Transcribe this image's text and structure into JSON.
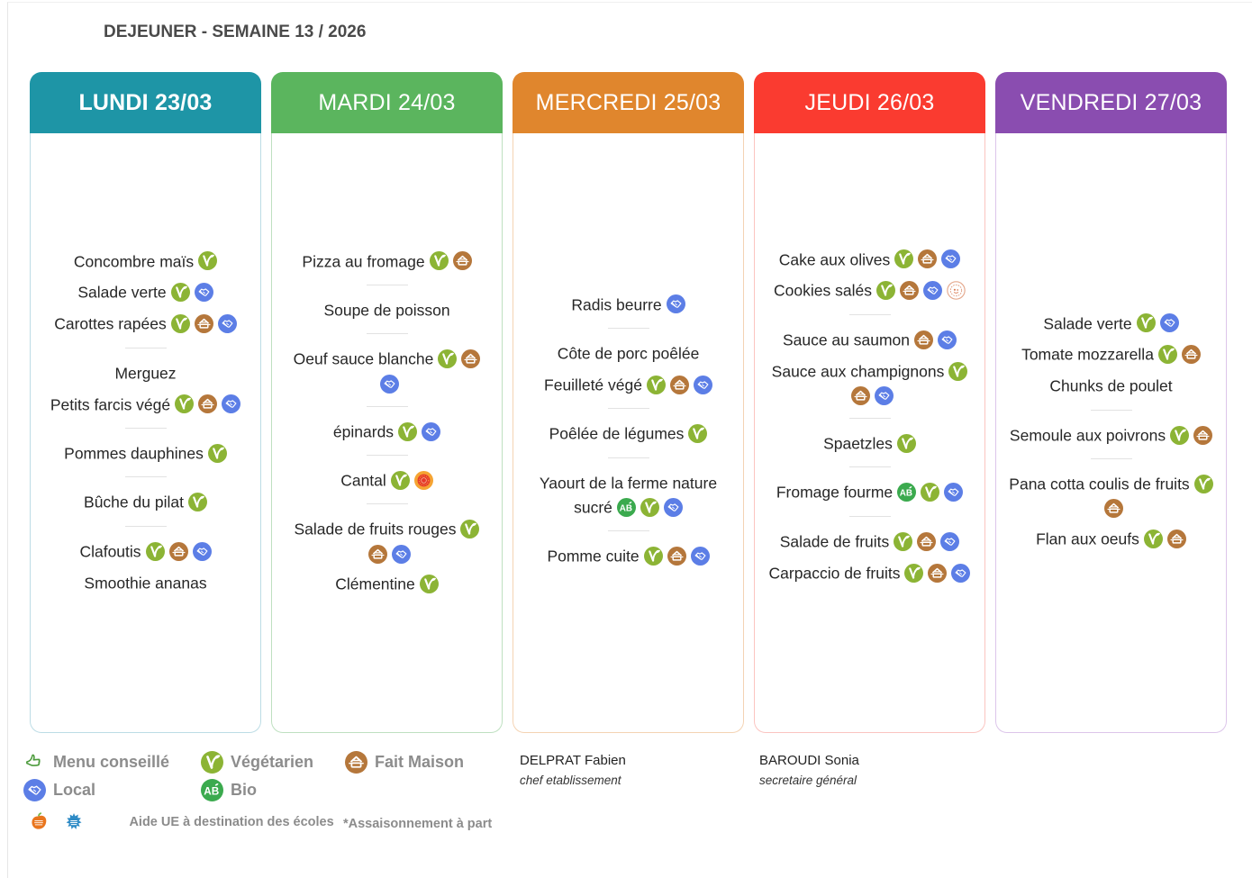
{
  "title": "DEJEUNER - SEMAINE 13 / 2026",
  "colors": {
    "lundi": "#1E95A6",
    "mardi": "#5BB55E",
    "mercredi": "#E0862D",
    "jeudi": "#FA3B30",
    "vendredi": "#8A4DB0",
    "vegetarian_icon": "#8CB435",
    "fait_maison_icon": "#B5773B",
    "local_icon": "#5C7EE6",
    "bio_icon": "#3BAA4E",
    "aop_icon": "#E6372C"
  },
  "days": [
    {
      "id": "lundi",
      "label": "LUNDI 23/03",
      "header_color": "#1E95A6",
      "border_color": "#BCDCE5",
      "bold": true,
      "groups": [
        {
          "items": [
            {
              "name": "Concombre maïs",
              "icons": [
                "vegetarian"
              ]
            },
            {
              "name": "Salade verte",
              "icons": [
                "vegetarian",
                "local"
              ]
            },
            {
              "name": "Carottes rapées",
              "icons": [
                "vegetarian",
                "fait-maison",
                "local"
              ]
            }
          ]
        },
        {
          "items": [
            {
              "name": "Merguez",
              "icons": []
            },
            {
              "name": "Petits farcis végé",
              "icons": [
                "vegetarian",
                "fait-maison",
                "local"
              ]
            }
          ]
        },
        {
          "items": [
            {
              "name": "Pommes dauphines",
              "icons": [
                "vegetarian"
              ]
            }
          ]
        },
        {
          "items": [
            {
              "name": "Bûche du pilat",
              "icons": [
                "vegetarian"
              ]
            }
          ]
        },
        {
          "items": [
            {
              "name": "Clafoutis",
              "icons": [
                "vegetarian",
                "fait-maison",
                "local"
              ]
            },
            {
              "name": "Smoothie ananas",
              "icons": []
            }
          ]
        }
      ]
    },
    {
      "id": "mardi",
      "label": "MARDI 24/03",
      "header_color": "#5BB55E",
      "border_color": "#BEE0C0",
      "bold": false,
      "groups": [
        {
          "items": [
            {
              "name": "Pizza au fromage",
              "icons": [
                "vegetarian",
                "fait-maison"
              ]
            }
          ]
        },
        {
          "items": [
            {
              "name": "Soupe de poisson",
              "icons": []
            }
          ]
        },
        {
          "items": [
            {
              "name": "Oeuf sauce blanche",
              "icons": [
                "vegetarian",
                "fait-maison",
                "local"
              ]
            }
          ]
        },
        {
          "items": [
            {
              "name": "épinards",
              "icons": [
                "vegetarian",
                "local"
              ]
            }
          ]
        },
        {
          "items": [
            {
              "name": "Cantal",
              "icons": [
                "vegetarian",
                "aop"
              ]
            }
          ]
        },
        {
          "items": [
            {
              "name": "Salade de fruits rouges",
              "icons": [
                "vegetarian",
                "fait-maison",
                "local"
              ]
            },
            {
              "name": "Clémentine",
              "icons": [
                "vegetarian"
              ]
            }
          ]
        }
      ]
    },
    {
      "id": "mercredi",
      "label": "MERCREDI 25/03",
      "header_color": "#E0862D",
      "border_color": "#F4D3B3",
      "bold": false,
      "groups": [
        {
          "items": [
            {
              "name": "Radis beurre",
              "icons": [
                "local"
              ]
            }
          ]
        },
        {
          "items": [
            {
              "name": "Côte de porc poêlée",
              "icons": []
            },
            {
              "name": "Feuilleté végé",
              "icons": [
                "vegetarian",
                "fait-maison",
                "local"
              ]
            }
          ]
        },
        {
          "items": [
            {
              "name": "Poêlée de légumes",
              "icons": [
                "vegetarian"
              ]
            }
          ]
        },
        {
          "items": [
            {
              "name": "Yaourt de la ferme nature sucré",
              "icons": [
                "bio",
                "vegetarian",
                "local"
              ]
            }
          ]
        },
        {
          "items": [
            {
              "name": "Pomme cuite",
              "icons": [
                "vegetarian",
                "fait-maison",
                "local"
              ]
            }
          ]
        }
      ]
    },
    {
      "id": "jeudi",
      "label": "JEUDI 26/03",
      "header_color": "#FA3B30",
      "border_color": "#FBC4C0",
      "bold": false,
      "groups": [
        {
          "items": [
            {
              "name": "Cake aux olives",
              "icons": [
                "vegetarian",
                "fait-maison",
                "local"
              ]
            },
            {
              "name": "Cookies salés",
              "icons": [
                "vegetarian",
                "fait-maison",
                "local",
                "quality-stamp"
              ]
            }
          ]
        },
        {
          "items": [
            {
              "name": "Sauce au saumon",
              "icons": [
                "fait-maison",
                "local"
              ]
            },
            {
              "name": "Sauce aux champignons",
              "icons": [
                "vegetarian",
                "fait-maison",
                "local"
              ]
            }
          ]
        },
        {
          "items": [
            {
              "name": "Spaetzles",
              "icons": [
                "vegetarian"
              ]
            }
          ]
        },
        {
          "items": [
            {
              "name": "Fromage fourme",
              "icons": [
                "bio",
                "vegetarian",
                "local"
              ]
            }
          ]
        },
        {
          "items": [
            {
              "name": "Salade de fruits",
              "icons": [
                "vegetarian",
                "fait-maison",
                "local"
              ]
            },
            {
              "name": "Carpaccio de fruits",
              "icons": [
                "vegetarian",
                "fait-maison",
                "local"
              ]
            }
          ]
        }
      ]
    },
    {
      "id": "vendredi",
      "label": "VENDREDI 27/03",
      "header_color": "#8A4DB0",
      "border_color": "#DCC5EA",
      "bold": false,
      "groups": [
        {
          "items": [
            {
              "name": "Salade verte",
              "icons": [
                "vegetarian",
                "local"
              ]
            },
            {
              "name": "Tomate mozzarella",
              "icons": [
                "vegetarian",
                "fait-maison"
              ]
            },
            {
              "name": "Chunks de poulet",
              "icons": []
            }
          ]
        },
        {
          "items": [
            {
              "name": "Semoule aux poivrons",
              "icons": [
                "vegetarian",
                "fait-maison"
              ]
            }
          ]
        },
        {
          "items": [
            {
              "name": "Pana cotta coulis de fruits",
              "icons": [
                "vegetarian",
                "fait-maison"
              ]
            },
            {
              "name": "Flan aux oeufs",
              "icons": [
                "vegetarian",
                "fait-maison"
              ]
            }
          ]
        }
      ]
    }
  ],
  "legend": {
    "row1": [
      {
        "icon": "thumbs-up",
        "label": "Menu conseillé"
      },
      {
        "icon": "vegetarian",
        "label": "Végétarien"
      },
      {
        "icon": "fait-maison",
        "label": "Fait Maison"
      }
    ],
    "row2": [
      {
        "icon": "local",
        "label": "Local"
      },
      {
        "icon": "bio",
        "label": "Bio"
      }
    ],
    "row3_icons": [
      "eu-fruit",
      "eu-milk"
    ],
    "row3_label": "Aide UE à destination des écoles",
    "row3_note": "*Assaisonnement à part"
  },
  "signatures": [
    {
      "name": "DELPRAT Fabien",
      "role": "chef etablissement"
    },
    {
      "name": "BAROUDI Sonia",
      "role": "secretaire général"
    }
  ]
}
